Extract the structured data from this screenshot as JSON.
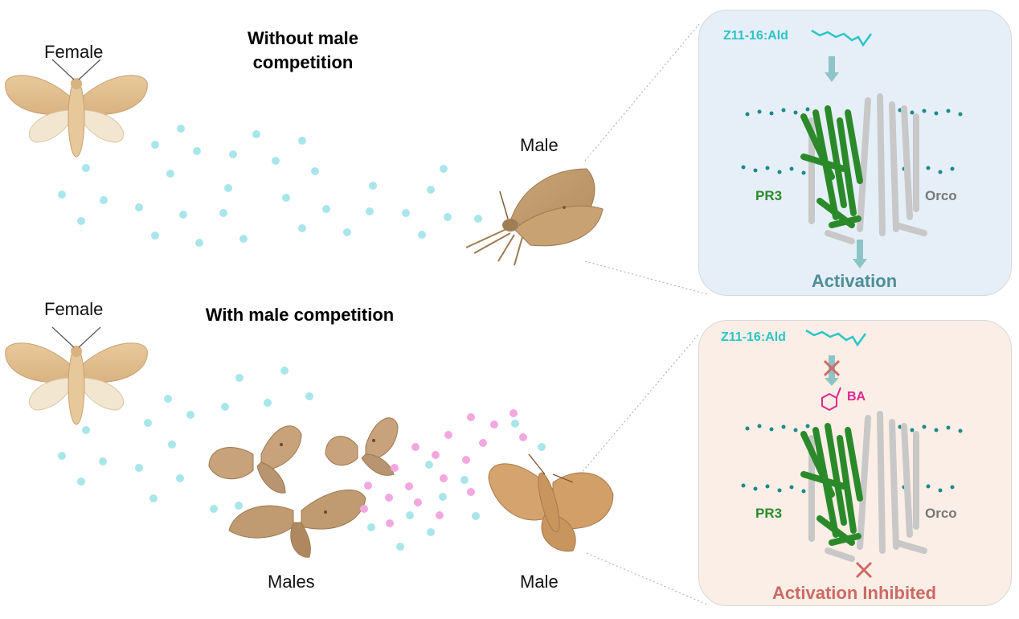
{
  "top_scene": {
    "female_label": "Female",
    "heading": "Without male competition",
    "male_label": "Male"
  },
  "bottom_scene": {
    "female_label": "Female",
    "heading": "With male competition",
    "males_label": "Males",
    "male_label": "Male"
  },
  "top_panel": {
    "ligand": "Z11-16:Ald",
    "receptor": "PR3",
    "coreceptor": "Orco",
    "result": "Activation"
  },
  "bottom_panel": {
    "ligand": "Z11-16:Ald",
    "inhibitor": "BA",
    "receptor": "PR3",
    "coreceptor": "Orco",
    "result": "Activation Inhibited"
  },
  "colors": {
    "pheromone_dot": "#a8e6ea",
    "inhibitor_dot": "#f2a8de",
    "pr3_green": "#2a8a2a",
    "orco_grey": "#c8c8c8",
    "membrane_teal": "#1b8a8a",
    "activation_text": "#4d8e97",
    "inhibited_text": "#cc6a64",
    "top_panel_bg": "#e6eff8",
    "bottom_panel_bg": "#fbeee6"
  }
}
